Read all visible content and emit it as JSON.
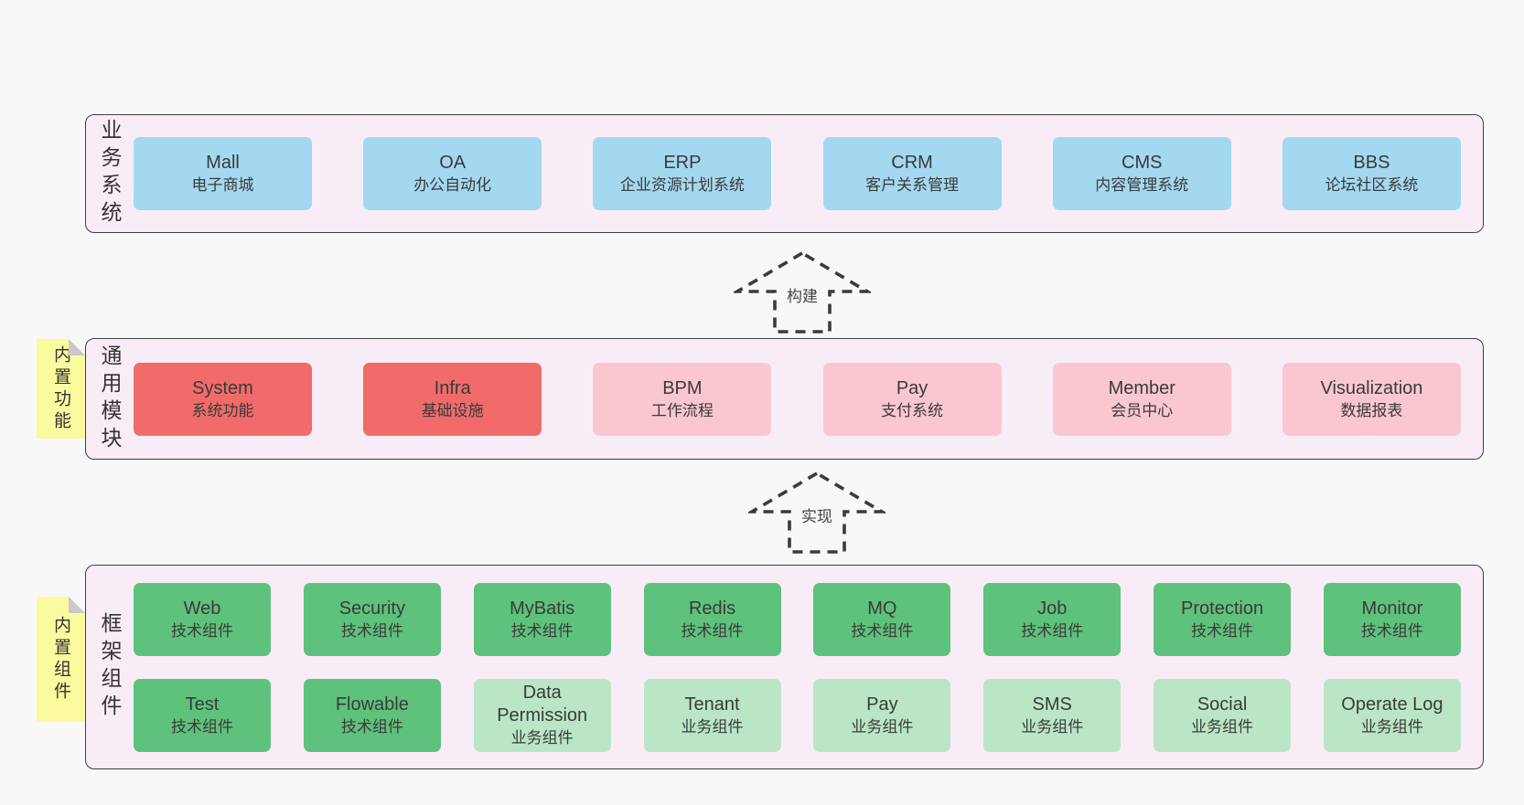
{
  "arrows": {
    "build": "构建",
    "implement": "实现"
  },
  "layers": {
    "business": {
      "label": "业务系统",
      "boxes": [
        {
          "name": "Mall",
          "desc": "电子商城",
          "variant": "blue"
        },
        {
          "name": "OA",
          "desc": "办公自动化",
          "variant": "blue"
        },
        {
          "name": "ERP",
          "desc": "企业资源计划系统",
          "variant": "blue"
        },
        {
          "name": "CRM",
          "desc": "客户关系管理",
          "variant": "blue"
        },
        {
          "name": "CMS",
          "desc": "内容管理系统",
          "variant": "blue"
        },
        {
          "name": "BBS",
          "desc": "论坛社区系统",
          "variant": "blue"
        }
      ]
    },
    "modules": {
      "label": "通用模块",
      "tab": "内置功能",
      "boxes": [
        {
          "name": "System",
          "desc": "系统功能",
          "variant": "red"
        },
        {
          "name": "Infra",
          "desc": "基础设施",
          "variant": "red"
        },
        {
          "name": "BPM",
          "desc": "工作流程",
          "variant": "pink"
        },
        {
          "name": "Pay",
          "desc": "支付系统",
          "variant": "pink"
        },
        {
          "name": "Member",
          "desc": "会员中心",
          "variant": "pink"
        },
        {
          "name": "Visualization",
          "desc": "数据报表",
          "variant": "pink"
        }
      ]
    },
    "components": {
      "label": "框架组件",
      "tab": "内置组件",
      "row1": [
        {
          "name": "Web",
          "desc": "技术组件",
          "variant": "green"
        },
        {
          "name": "Security",
          "desc": "技术组件",
          "variant": "green"
        },
        {
          "name": "MyBatis",
          "desc": "技术组件",
          "variant": "green"
        },
        {
          "name": "Redis",
          "desc": "技术组件",
          "variant": "green"
        },
        {
          "name": "MQ",
          "desc": "技术组件",
          "variant": "green"
        },
        {
          "name": "Job",
          "desc": "技术组件",
          "variant": "green"
        },
        {
          "name": "Protection",
          "desc": "技术组件",
          "variant": "green"
        },
        {
          "name": "Monitor",
          "desc": "技术组件",
          "variant": "green"
        }
      ],
      "row2": [
        {
          "name": "Test",
          "desc": "技术组件",
          "variant": "green"
        },
        {
          "name": "Flowable",
          "desc": "技术组件",
          "variant": "green"
        },
        {
          "name": "Data Permission",
          "desc": "业务组件",
          "variant": "green-light"
        },
        {
          "name": "Tenant",
          "desc": "业务组件",
          "variant": "green-light"
        },
        {
          "name": "Pay",
          "desc": "业务组件",
          "variant": "green-light"
        },
        {
          "name": "SMS",
          "desc": "业务组件",
          "variant": "green-light"
        },
        {
          "name": "Social",
          "desc": "业务组件",
          "variant": "green-light"
        },
        {
          "name": "Operate Log",
          "desc": "业务组件",
          "variant": "green-light"
        }
      ]
    }
  },
  "colors": {
    "page_bg": "#f8f8f8",
    "band_bg": "#f8edf6",
    "band_border": "#3f3f3f",
    "blue_box": "#a4d8f0",
    "red_box": "#f16b6b",
    "pink_box": "#fac7d1",
    "green_box": "#5fc27c",
    "green_light_box": "#bae6c6",
    "yellow_tab": "#fafa9e",
    "text": "#3a3a3a"
  }
}
